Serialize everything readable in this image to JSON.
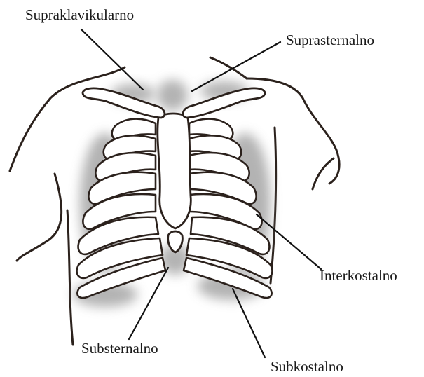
{
  "labels": {
    "supraclavicular": "Supraklavikularno",
    "suprasternal": "Suprasternalno",
    "intercostal": "Interkostalno",
    "substernal": "Substernalno",
    "subcostal": "Subkostalno"
  },
  "colors": {
    "outline": "#2b211c",
    "bone_fill": "#ffffff",
    "retraction_shade": "#9a9a9a",
    "leader_line": "#111111"
  }
}
